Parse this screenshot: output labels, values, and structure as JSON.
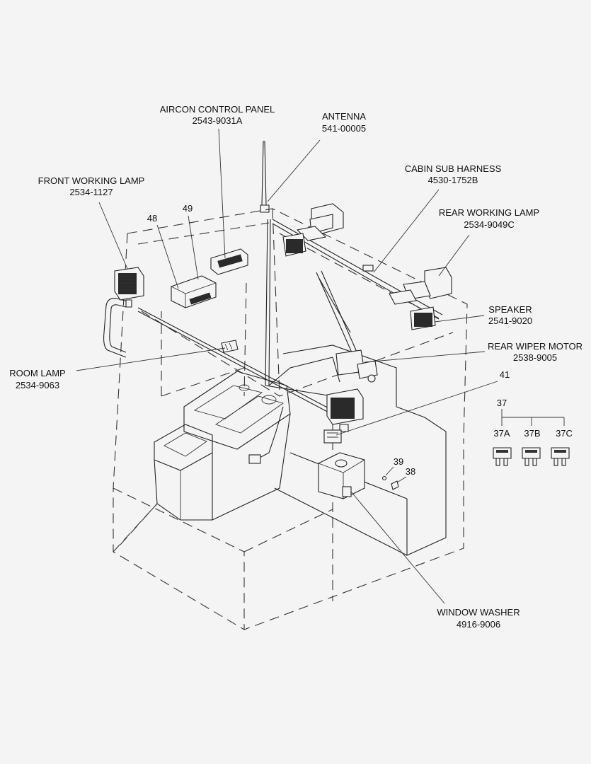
{
  "labels": {
    "aircon": {
      "name": "AIRCON CONTROL PANEL",
      "part": "2543-9031A"
    },
    "antenna": {
      "name": "ANTENNA",
      "part": "541-00005"
    },
    "front_lamp": {
      "name": "FRONT WORKING LAMP",
      "part": "2534-1127"
    },
    "cabin_harness": {
      "name": "CABIN SUB HARNESS",
      "part": "4530-1752B"
    },
    "rear_lamp": {
      "name": "REAR WORKING LAMP",
      "part": "2534-9049C"
    },
    "speaker": {
      "name": "SPEAKER",
      "part": "2541-9020"
    },
    "rear_wiper": {
      "name": "REAR WIPER MOTOR",
      "part": "2538-9005"
    },
    "room_lamp": {
      "name": "ROOM LAMP",
      "part": "2534-9063"
    },
    "window_washer": {
      "name": "WINDOW WASHER",
      "part": "4916-9006"
    }
  },
  "callouts": {
    "n48": "48",
    "n49": "49",
    "n41": "41",
    "n37": "37",
    "n37a": "37A",
    "n37b": "37B",
    "n37c": "37C",
    "n39": "39",
    "n38": "38"
  }
}
